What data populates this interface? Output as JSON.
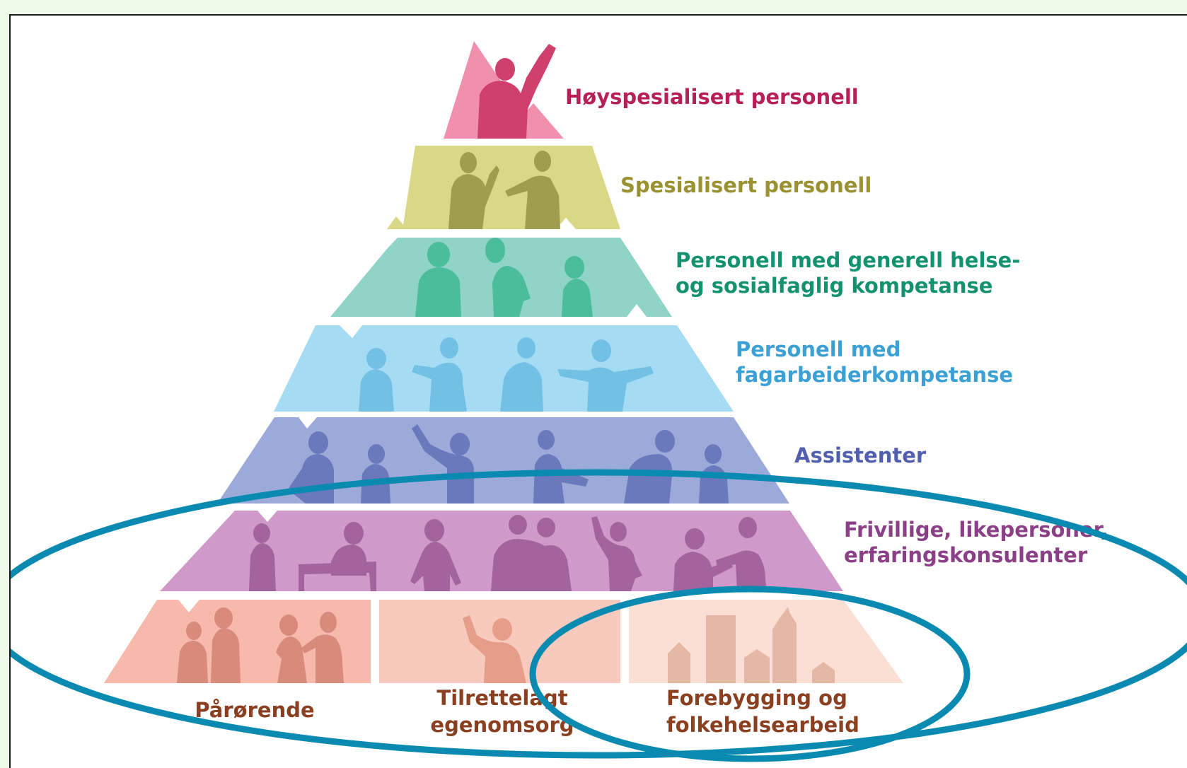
{
  "tiers": [
    {
      "label_lines": [
        "Høyspesialisert personell"
      ],
      "fill": "#f08fae",
      "figure": "#d0406e",
      "text": "#b71f57"
    },
    {
      "label_lines": [
        "Spesialisert personell"
      ],
      "fill": "#d8d886",
      "figure": "#9e9e4e",
      "text": "#9a9230"
    },
    {
      "label_lines": [
        "Personell med generell helse-",
        "og sosialfaglig kompetanse"
      ],
      "fill": "#90d3c7",
      "figure": "#4bbd9a",
      "text": "#14926f"
    },
    {
      "label_lines": [
        "Personell med",
        "fagarbeiderkompetanse"
      ],
      "fill": "#a6dcf3",
      "figure": "#72c1e4",
      "text": "#3aa0d6"
    },
    {
      "label_lines": [
        "Assistenter"
      ],
      "fill": "#9baad9",
      "figure": "#6a78bc",
      "text": "#525fae"
    },
    {
      "label_lines": [
        "Frivillige, likepersoner,",
        "erfaringskonsulenter"
      ],
      "fill": "#cf9ac9",
      "figure": "#a3649e",
      "text": "#8a3f86"
    }
  ],
  "base": [
    {
      "label_lines": [
        "Pårørende"
      ],
      "fill": "#f6b9ab",
      "figure": "#d88b7b",
      "text": "#8a4020"
    },
    {
      "label_lines": [
        "Tilrettelagt",
        "egenomsorg"
      ],
      "fill": "#f8cabd",
      "figure": "#e69e8a",
      "text": "#8a4020"
    },
    {
      "label_lines": [
        "Forebygging og",
        "folkehelsearbeid"
      ],
      "fill": "#fbdfd4",
      "figure": "#e5b8a6",
      "text": "#8a4020"
    }
  ],
  "highlight_color": "#0a8ab0"
}
